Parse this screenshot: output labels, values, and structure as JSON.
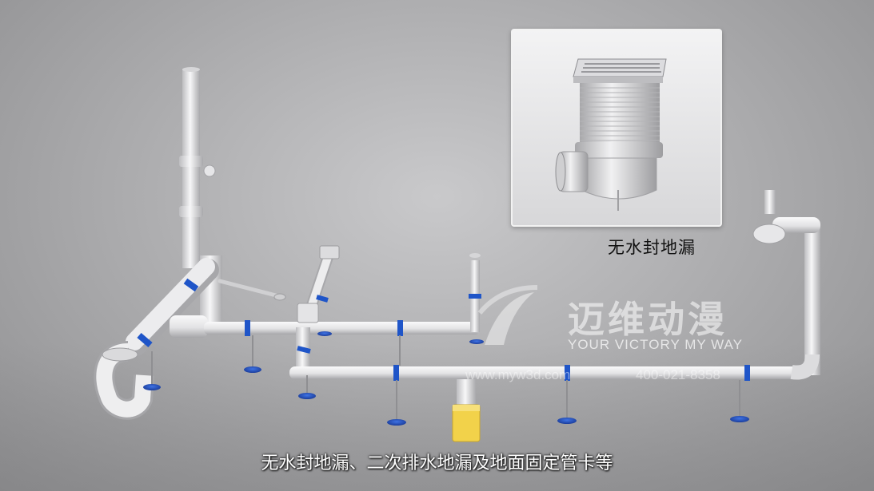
{
  "inset": {
    "caption": "无水封地漏"
  },
  "watermark": {
    "logo_text": "迈维动漫",
    "slogan": "YOUR VICTORY  MY WAY",
    "url": "www.myw3d.com",
    "phone": "400-021-8358"
  },
  "subtitle": "无水封地漏、二次排水地漏及地面固定管卡等",
  "colors": {
    "pipe": "#e9e9eb",
    "pipe_shadow": "#b4b4b6",
    "clamp": "#1f55c8",
    "trap_yellow": "#f2d24a"
  }
}
